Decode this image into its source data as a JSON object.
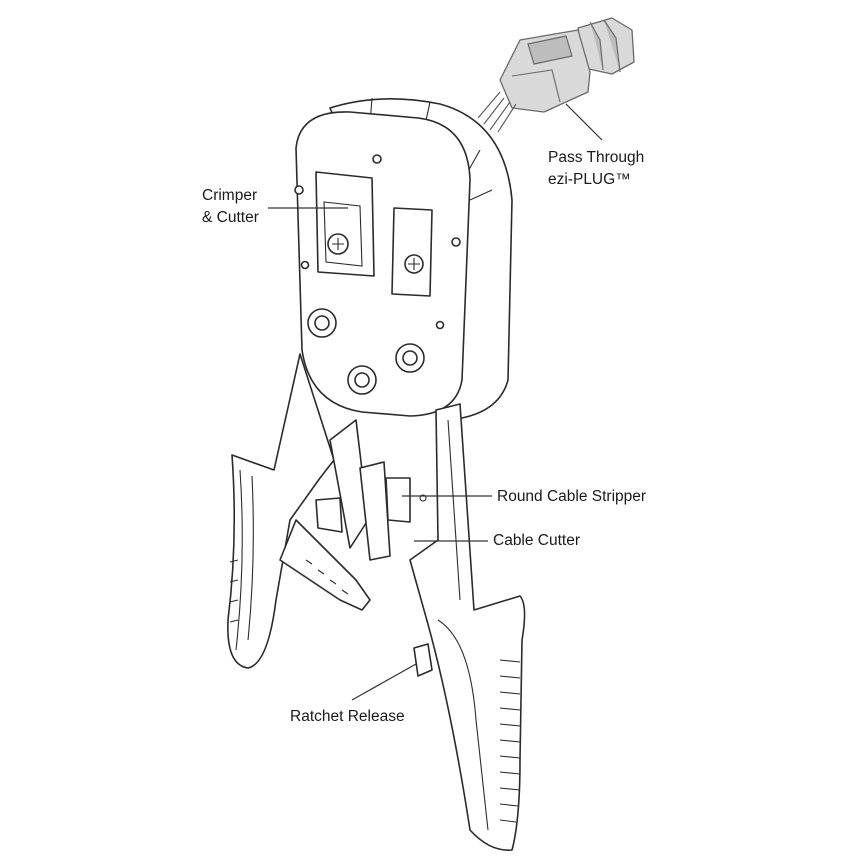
{
  "labels": {
    "pass_through_line1": "Pass Through",
    "pass_through_line2": "ezi-PLUG™",
    "crimper_line1": "Crimper",
    "crimper_line2": "& Cutter",
    "round_cable_stripper": "Round Cable Stripper",
    "cable_cutter": "Cable Cutter",
    "ratchet_release": "Ratchet Release"
  },
  "colors": {
    "outline": "#2b2b2b",
    "plug_fill": "#d9d9d9",
    "text": "#1a1a1a"
  }
}
